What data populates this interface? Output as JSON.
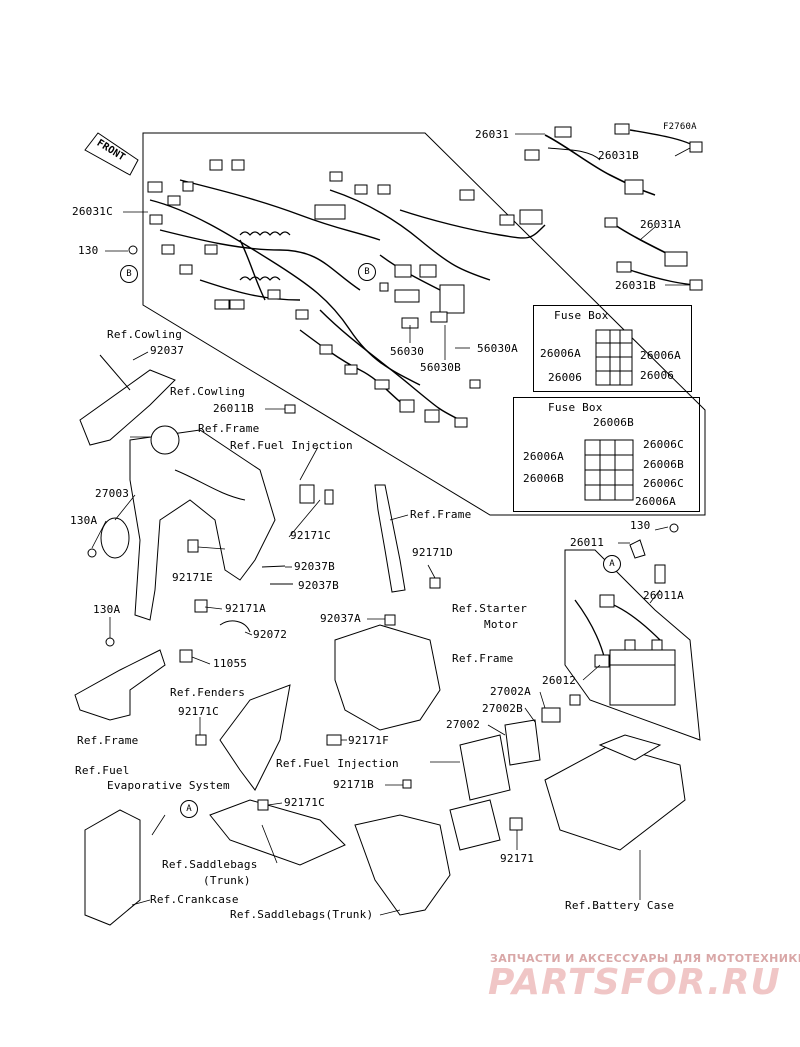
{
  "figure_code": "F2760A",
  "front_label": "FRONT",
  "part_labels": {
    "p26031": "26031",
    "p26031B": "26031B",
    "p26031A": "26031A",
    "p26031B_2": "26031B",
    "p26031C": "26031C",
    "p130_top": "130",
    "p56030": "56030",
    "p56030A": "56030A",
    "p56030B": "56030B",
    "p26011B": "26011B",
    "p92037": "92037",
    "p27003": "27003",
    "p130A_1": "130A",
    "p92171E": "92171E",
    "p92171C_1": "92171C",
    "p92037B_1": "92037B",
    "p92037B_2": "92037B",
    "p92171A": "92171A",
    "p130A_2": "130A",
    "p92072": "92072",
    "p11055": "11055",
    "p92171D": "92171D",
    "p130_right": "130",
    "p26011": "26011",
    "p26011A": "26011A",
    "p92037A": "92037A",
    "p26012": "26012",
    "p27002A": "27002A",
    "p27002B": "27002B",
    "p27002": "27002",
    "p92171F": "92171F",
    "p92171C_2": "92171C",
    "p92171C_3": "92171C",
    "p92171B": "92171B",
    "p92171": "92171"
  },
  "fuse_box_1": {
    "title": "Fuse Box",
    "left_labels": [
      "26006A",
      "26006"
    ],
    "right_labels": [
      "26006A",
      "26006"
    ]
  },
  "fuse_box_2": {
    "title": "Fuse Box",
    "top_label": "26006B",
    "left_labels": [
      "26006A",
      "26006B"
    ],
    "right_labels": [
      "26006C",
      "26006B",
      "26006C",
      "26006A"
    ]
  },
  "ref_labels": {
    "cowling_1": "Ref.Cowling",
    "cowling_2": "Ref.Cowling",
    "frame_1": "Ref.Frame",
    "fuel_injection_1": "Ref.Fuel Injection",
    "frame_2": "Ref.Frame",
    "starter_motor_1": "Ref.Starter",
    "starter_motor_2": "Motor",
    "frame_3": "Ref.Frame",
    "fenders": "Ref.Fenders",
    "frame_4": "Ref.Frame",
    "fuel_evap_1": "Ref.Fuel",
    "fuel_evap_2": "Evaporative System",
    "fuel_injection_2": "Ref.Fuel Injection",
    "saddlebags_1": "Ref.Saddlebags",
    "saddlebags_1b": "(Trunk)",
    "crankcase": "Ref.Crankcase",
    "saddlebags_2": "Ref.Saddlebags(Trunk)",
    "battery_case": "Ref.Battery Case"
  },
  "callouts": {
    "b1": "B",
    "b2": "B",
    "a1": "A",
    "a2": "A"
  },
  "watermark": {
    "tagline": "ЗАПЧАСТИ И АКСЕССУАРЫ ДЛЯ МОТОТЕХНИКИ",
    "logo": "PARTSFOR.RU"
  }
}
